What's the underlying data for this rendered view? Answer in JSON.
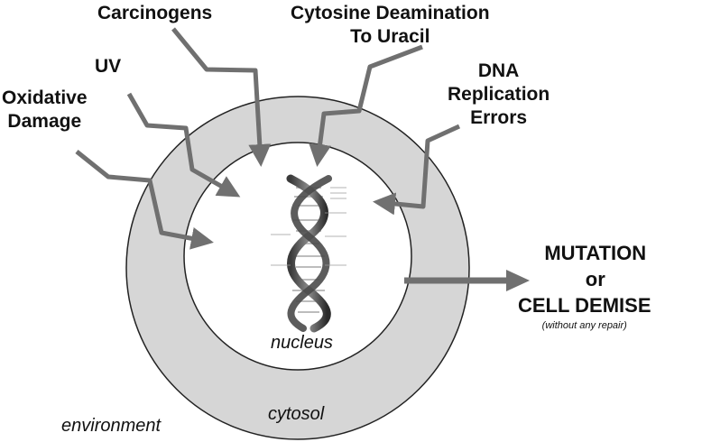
{
  "labels": {
    "carcinogens": "Carcinogens",
    "cytosine_line1": "Cytosine Deamination",
    "cytosine_line2": "To Uracil",
    "uv": "UV",
    "oxidative_line1": "Oxidative",
    "oxidative_line2": "Damage",
    "dna_line1": "DNA",
    "dna_line2": "Replication",
    "dna_line3": "Errors"
  },
  "regions": {
    "nucleus": "nucleus",
    "cytosol": "cytosol",
    "environment": "environment"
  },
  "outcome": {
    "line1": "MUTATION",
    "line2": "or",
    "line3": "CELL DEMISE",
    "note": "(without any repair)"
  },
  "dna_icon": "dna-double-helix-icon",
  "colors": {
    "cytosol_fill": "#d6d6d6",
    "nucleus_fill": "#ffffff",
    "arrow": "#707070"
  }
}
